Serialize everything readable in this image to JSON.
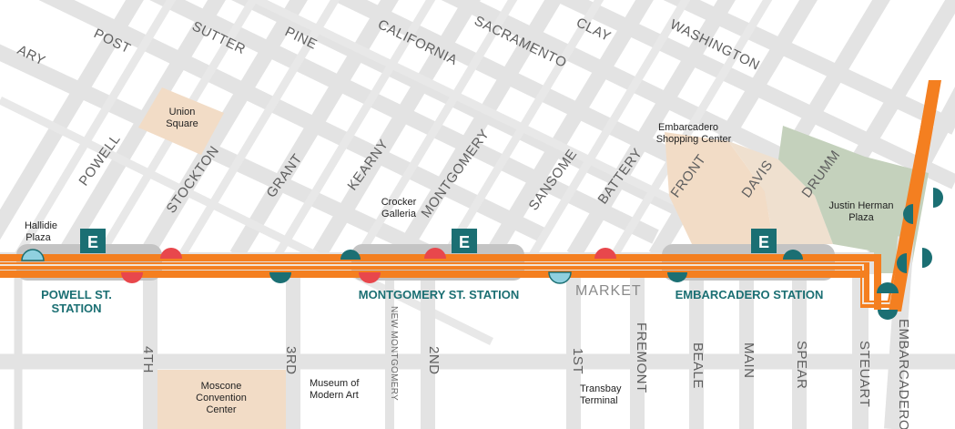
{
  "streets": {
    "ary": "ARY",
    "post": "POST",
    "sutter": "SUTTER",
    "pine": "PINE",
    "california": "CALIFORNIA",
    "sacramento": "SACRAMENTO",
    "clay": "CLAY",
    "washington": "WASHINGTON",
    "powell": "POWELL",
    "stockton": "STOCKTON",
    "grant": "GRANT",
    "kearny": "KEARNY",
    "montgomery": "MONTGOMERY",
    "sansome": "SANSOME",
    "battery": "BATTERY",
    "front": "FRONT",
    "davis": "DAVIS",
    "drumm": "DRUMM",
    "market": "MARKET",
    "fourth": "4TH",
    "third": "3RD",
    "new_montgomery": "NEW MONTGOMERY",
    "second": "2ND",
    "first": "1ST",
    "fremont": "FREMONT",
    "beale": "BEALE",
    "main": "MAIN",
    "spear": "SPEAR",
    "steuart": "STEUART",
    "embarcadero": "EMBARCADERO"
  },
  "places": {
    "union_square": [
      "Union",
      "Square"
    ],
    "hallidie_plaza": [
      "Hallidie",
      "Plaza"
    ],
    "crocker_galleria": [
      "Crocker",
      "Galleria"
    ],
    "embarcadero_center": [
      "Embarcadero",
      "Shopping Center"
    ],
    "justin_herman": [
      "Justin Herman",
      "Plaza"
    ],
    "moscone": [
      "Moscone",
      "Convention",
      "Center"
    ],
    "museum": [
      "Museum of",
      "Modern Art"
    ],
    "transbay": [
      "Transbay",
      "Terminal"
    ]
  },
  "stations": {
    "powell": [
      "POWELL ST.",
      "STATION"
    ],
    "montgomery": "MONTGOMERY ST. STATION",
    "embarcadero": "EMBARCADERO STATION"
  },
  "elevator_label": "E",
  "colors": {
    "background": "#ffffff",
    "street": "#e3e3e3",
    "park": "#c4d1bc",
    "building": "#f2dcc6",
    "station_box": "#c4c4c4",
    "rail_line": "#f47f20",
    "rail_inner": "#f2e4d6",
    "station_text": "#1b6f73",
    "entrance_teal": "#1b6f73",
    "entrance_red": "#e8474c",
    "entrance_lightblue": "#8fd0df",
    "elevator_bg": "#1b6f73"
  }
}
